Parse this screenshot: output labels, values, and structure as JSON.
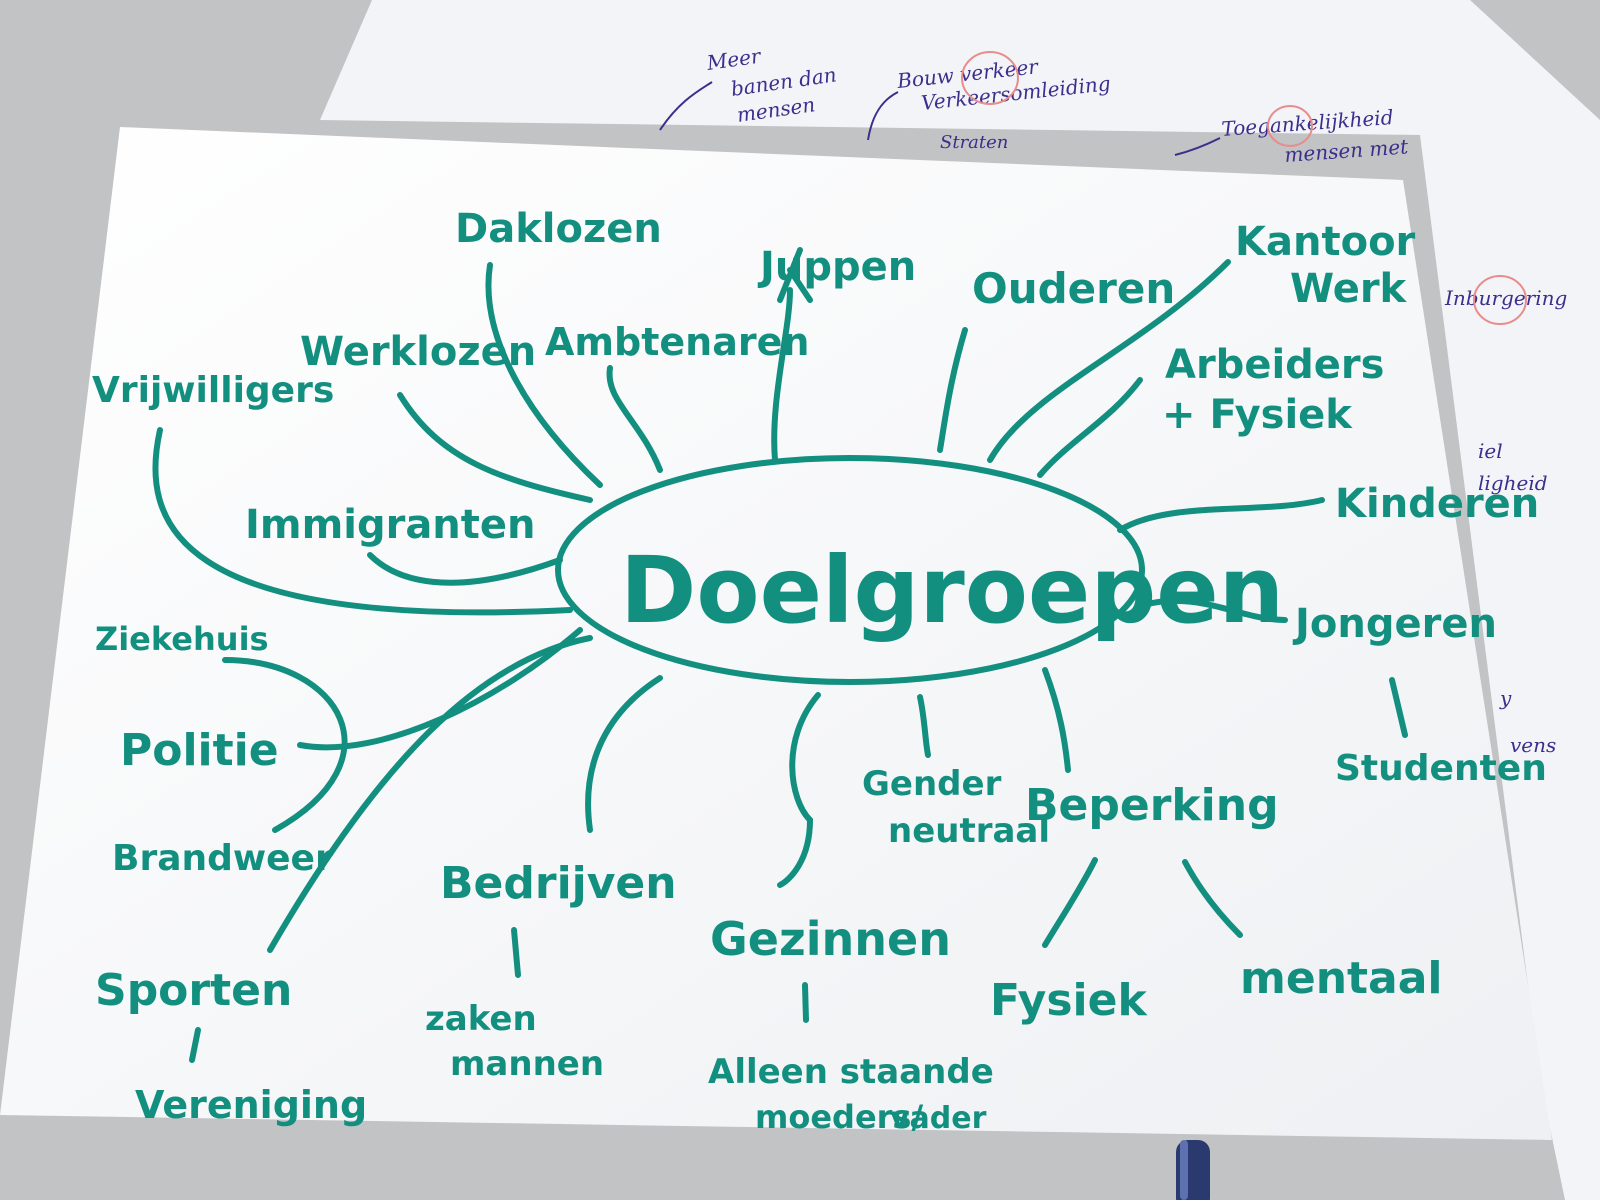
{
  "colors": {
    "marker": "#138f80",
    "pen": "#3a2f8c",
    "red_circle": "#e88c8c",
    "paper": "#fbfbfd",
    "table": "#c2c3c4"
  },
  "mindmap": {
    "center": "Doelgroepen",
    "labels": {
      "daklozen": "Daklozen",
      "juppen": "Juppen",
      "ouderen": "Ouderen",
      "kantoor_werk_1": "Kantoor",
      "kantoor_werk_2": "Werk",
      "werklozen": "Werklozen",
      "ambtenaren": "Ambtenaren",
      "vrijwilligers": "Vrijwilligers",
      "arbeiders_1": "Arbeiders",
      "arbeiders_2": "+ Fysiek",
      "kinderen": "Kinderen",
      "immigranten": "Immigranten",
      "jongeren": "Jongeren",
      "studenten": "Studenten",
      "ziekehuis": "Ziekehuis",
      "politie": "Politie",
      "brandweer": "Brandweer",
      "gender_1": "Gender",
      "gender_2": "neutraal",
      "beperking": "Beperking",
      "bedrijven": "Bedrijven",
      "zakenmannen_1": "zaken",
      "zakenmannen_2": "mannen",
      "gezinnen": "Gezinnen",
      "alleenstaande_1": "Alleen staande",
      "alleenstaande_2": "moeders/",
      "alleenstaande_3": "vader",
      "fysiek": "Fysiek",
      "mentaal": "mentaal",
      "sporten": "Sporten",
      "vereniging": "Vereniging"
    }
  },
  "back_sheet": {
    "notes": {
      "meer_1": "Meer",
      "meer_2": "banen dan",
      "meer_3": "mensen",
      "bouw_1": "Bouw verkeer",
      "bouw_2": "Verkeersomleiding",
      "straten": "Straten",
      "toeg_1": "Toegankelijkheid",
      "toeg_2": "mensen met",
      "inburgering": "Inburgering",
      "veil_1": "iel",
      "veil_2": "ligheid",
      "edge_1": "y",
      "edge_2": "vens"
    }
  }
}
